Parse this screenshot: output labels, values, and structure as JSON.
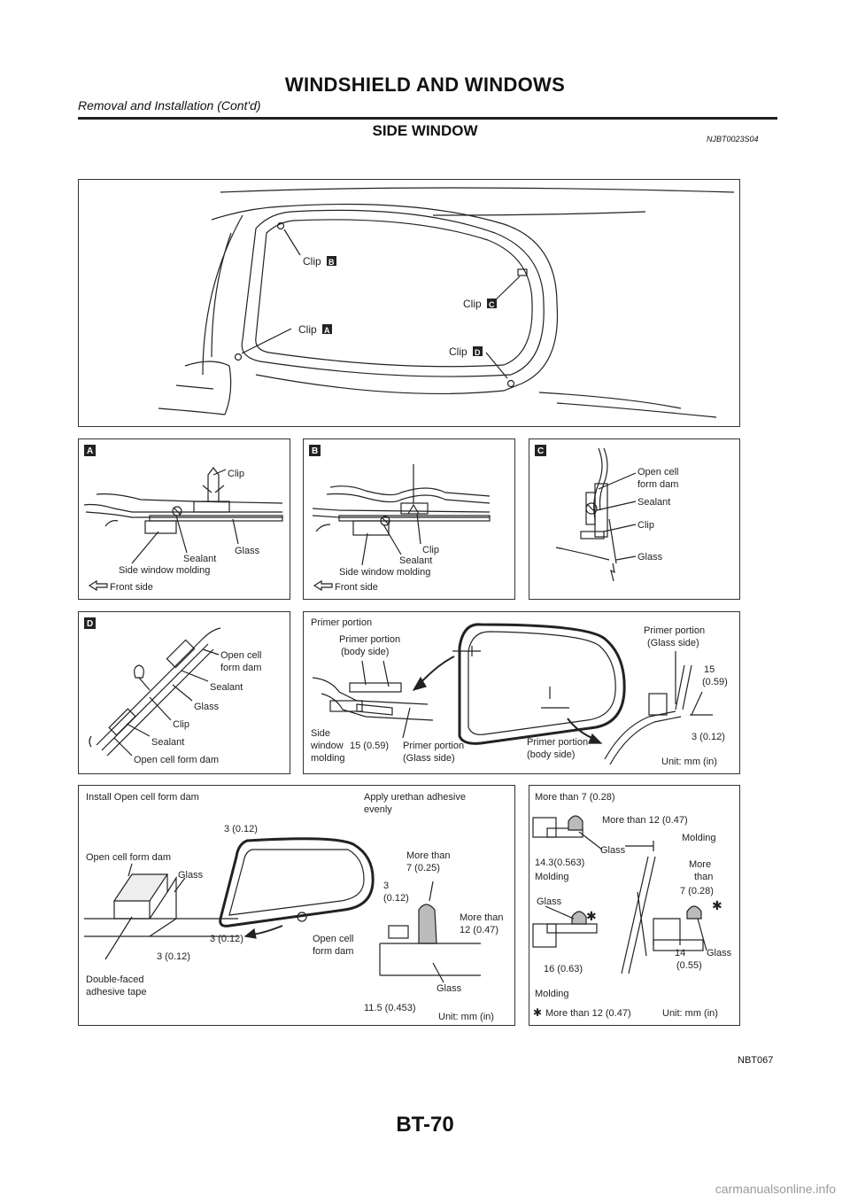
{
  "header": {
    "title": "WINDSHIELD AND WINDOWS",
    "subtitle": "Removal and Installation (Cont'd)"
  },
  "section": {
    "title": "SIDE WINDOW",
    "code": "NJBT0023S04"
  },
  "overview": {
    "clip_label": "Clip",
    "refs": {
      "a": "A",
      "b": "B",
      "c": "C",
      "d": "D"
    }
  },
  "panel_a": {
    "badge": "A",
    "clip": "Clip",
    "sealant": "Sealant",
    "glass": "Glass",
    "molding": "Side window molding",
    "front": "Front side"
  },
  "panel_b": {
    "badge": "B",
    "clip": "Clip",
    "sealant": "Sealant",
    "molding": "Side window molding",
    "front": "Front side"
  },
  "panel_c": {
    "badge": "C",
    "dam_1": "Open cell",
    "dam_2": "form dam",
    "sealant": "Sealant",
    "clip": "Clip",
    "glass": "Glass"
  },
  "panel_d": {
    "badge": "D",
    "dam_1": "Open cell",
    "dam_2": "form dam",
    "sealant": "Sealant",
    "glass": "Glass",
    "clip": "Clip",
    "sealant_2": "Sealant",
    "dam_full": "Open cell form dam"
  },
  "panel_primer": {
    "primer": "Primer portion",
    "body_1": "Primer portion",
    "body_2": "(body side)",
    "glass_1": "Primer portion",
    "glass_2": "(Glass side)",
    "side_1": "Side",
    "side_2": "window",
    "side_3": "molding",
    "dim_15": "15 (0.59)",
    "glass_b1": "Primer portion",
    "glass_b2": "(Glass side)",
    "body_b1": "Primer portion",
    "body_b2": "(body side)",
    "dim_15a": "15",
    "dim_15b": "(0.59)",
    "dim_3": "3 (0.12)",
    "unit": "Unit: mm (in)"
  },
  "panel_install": {
    "title": "Install Open cell form dam",
    "apply_1": "Apply urethan adhesive",
    "apply_2": "evenly",
    "dam": "Open cell form dam",
    "glass": "Glass",
    "dim_3_top": "3 (0.12)",
    "dim_3_left": "3 (0.12)",
    "dim_3_bottom": "3 (0.12)",
    "dim_3r_1": "3",
    "dim_3r_2": "(0.12)",
    "more7_1": "More than",
    "more7_2": "7 (0.25)",
    "more12_1": "More than",
    "more12_2": "12 (0.47)",
    "oc_1": "Open cell",
    "oc_2": "form dam",
    "glass_2": "Glass",
    "dim_115": "11.5 (0.453)",
    "tape_1": "Double-faced",
    "tape_2": "adhesive tape",
    "unit": "Unit: mm (in)"
  },
  "panel_more": {
    "more7": "More than 7 (0.28)",
    "more12": "More than 12 (0.47)",
    "glass_1": "Glass",
    "dim_143": "14.3(0.563)",
    "molding_1": "Molding",
    "molding_2": "Molding",
    "m_1": "More",
    "m_2": "than",
    "m_3": "7 (0.28)",
    "glass_2": "Glass",
    "glass_3": "Glass",
    "dim_14a": "14",
    "dim_14b": "(0.55)",
    "dim_16": "16 (0.63)",
    "molding_3": "Molding",
    "note": "More than 12 (0.47)",
    "unit": "Unit: mm (in)"
  },
  "figure_id": "NBT067",
  "page_number": "BT-70",
  "watermark": "carmanualsonline.info"
}
